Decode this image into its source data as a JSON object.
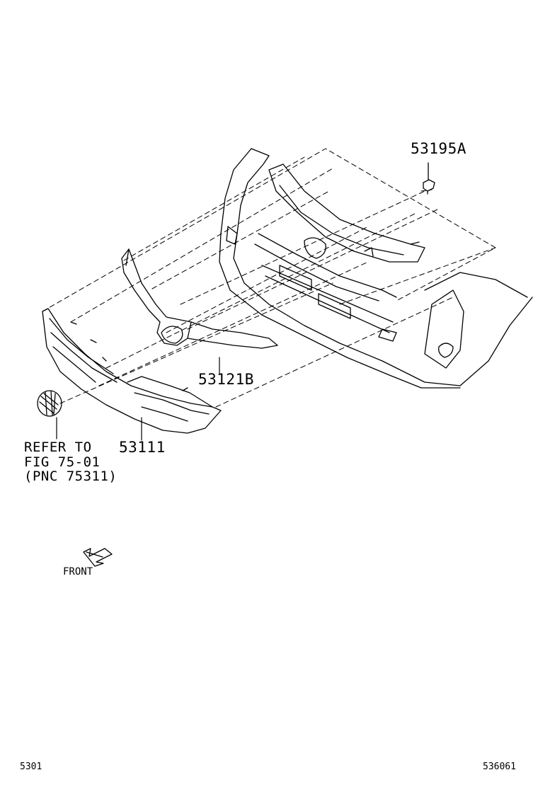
{
  "callouts": {
    "clip": "53195A",
    "molding": "53121B",
    "grille": "53111"
  },
  "reference_note": {
    "line1": "REFER TO",
    "line2": "FIG 75-01",
    "line3": "(PNC 75311)"
  },
  "direction_label": "FRONT",
  "footer": {
    "left_code": "5301",
    "right_code": "536061"
  },
  "colors": {
    "line": "#000000",
    "background": "#ffffff"
  }
}
